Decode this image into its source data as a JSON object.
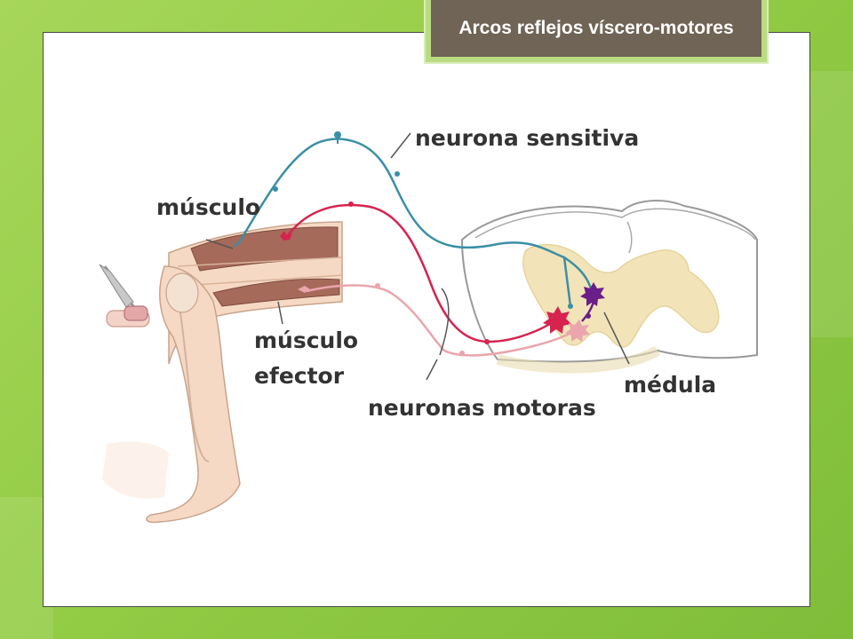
{
  "slide": {
    "title": "Arcos reflejos víscero-motores"
  },
  "labels": {
    "sensory_neuron": "neurona sensitiva",
    "muscle": "músculo",
    "effector_muscle_line1": "músculo",
    "effector_muscle_line2": "efector",
    "motor_neurons": "neuronas motoras",
    "spinal_cord": "médula"
  },
  "colors": {
    "sensory": "#3a8fa6",
    "motor_red": "#d6234f",
    "motor_pink": "#eaa5ad",
    "interneuron": "#6a1f88",
    "grey_matter": "#f2e4b8"
  }
}
